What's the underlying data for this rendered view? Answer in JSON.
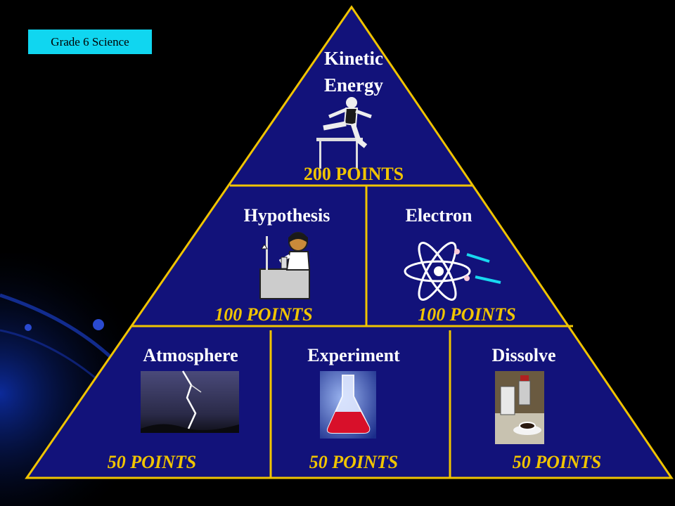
{
  "grade_label": "Grade 6 Science",
  "rows": {
    "top": {
      "cells": [
        {
          "topic_line1": "Kinetic",
          "topic_line2": "Energy",
          "points": "200 POINTS",
          "icon": "hurdler-icon"
        }
      ]
    },
    "middle": {
      "cells": [
        {
          "topic": "Hypothesis",
          "points": "100 POINTS",
          "icon": "scientist-icon"
        },
        {
          "topic": "Electron",
          "points": "100 POINTS",
          "icon": "atom-icon"
        }
      ]
    },
    "bottom": {
      "cells": [
        {
          "topic": "Atmosphere",
          "points": "50 POINTS",
          "icon": "lightning-photo"
        },
        {
          "topic": "Experiment",
          "points": "50 POINTS",
          "icon": "flask-photo"
        },
        {
          "topic": "Dissolve",
          "points": "50 POINTS",
          "icon": "coffee-table-photo"
        }
      ]
    }
  },
  "colors": {
    "background": "#000000",
    "pyramid_fill": "#12127a",
    "pyramid_lines": "#f0c400",
    "points_text": "#f0c400",
    "topic_text": "#ffffff",
    "badge_fill": "#10d6f0"
  }
}
